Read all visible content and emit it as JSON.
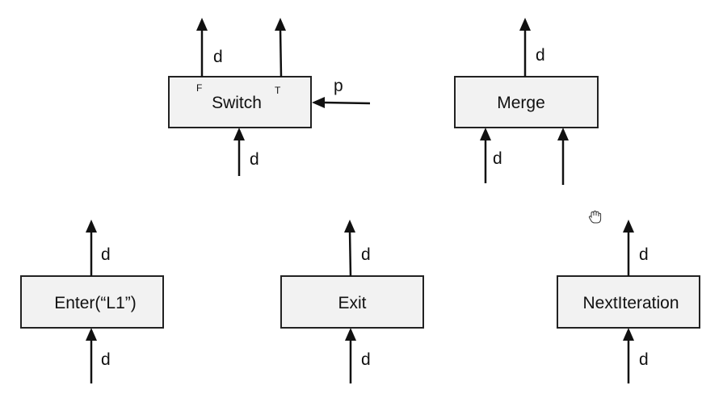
{
  "nodes": {
    "switch": {
      "label": "Switch",
      "port_false": "F",
      "port_true": "T"
    },
    "merge": {
      "label": "Merge"
    },
    "enter": {
      "label": "Enter(“L1”)"
    },
    "exit": {
      "label": "Exit"
    },
    "next_iteration": {
      "label": "NextIteration"
    }
  },
  "edge_labels": {
    "switch_out_false": "d",
    "switch_in_data": "d",
    "switch_in_predicate": "p",
    "merge_out": "d",
    "merge_in_left": "d",
    "enter_out": "d",
    "enter_in": "d",
    "exit_out": "d",
    "exit_in": "d",
    "next_iteration_out": "d",
    "next_iteration_in": "d"
  },
  "icons": {
    "cursor": "hand-cursor-icon"
  }
}
